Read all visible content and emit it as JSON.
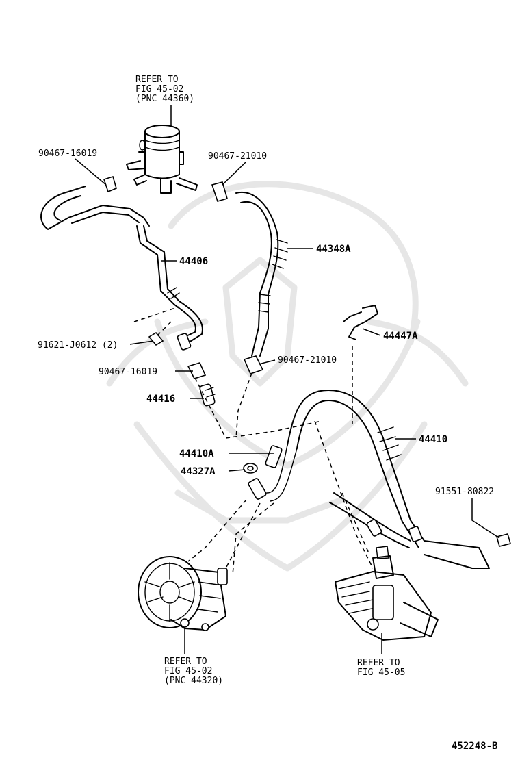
{
  "diagram_id": "452248-B",
  "references": {
    "reservoir": [
      "REFER TO",
      "FIG 45-02",
      "(PNC 44360)"
    ],
    "pump": [
      "REFER TO",
      "FIG 45-02",
      "(PNC 44320)"
    ],
    "gear": [
      "REFER TO",
      "FIG 45-05"
    ]
  },
  "parts": [
    {
      "label": "90467-16019"
    },
    {
      "label": "90467-21010"
    },
    {
      "label": "44406"
    },
    {
      "label": "44348A"
    },
    {
      "label": "44447A"
    },
    {
      "label": "91621-J0612 (2)"
    },
    {
      "label": "90467-21010"
    },
    {
      "label": "90467-16019"
    },
    {
      "label": "44416"
    },
    {
      "label": "44410"
    },
    {
      "label": "44410A"
    },
    {
      "label": "44327A"
    },
    {
      "label": "91551-80822"
    }
  ]
}
